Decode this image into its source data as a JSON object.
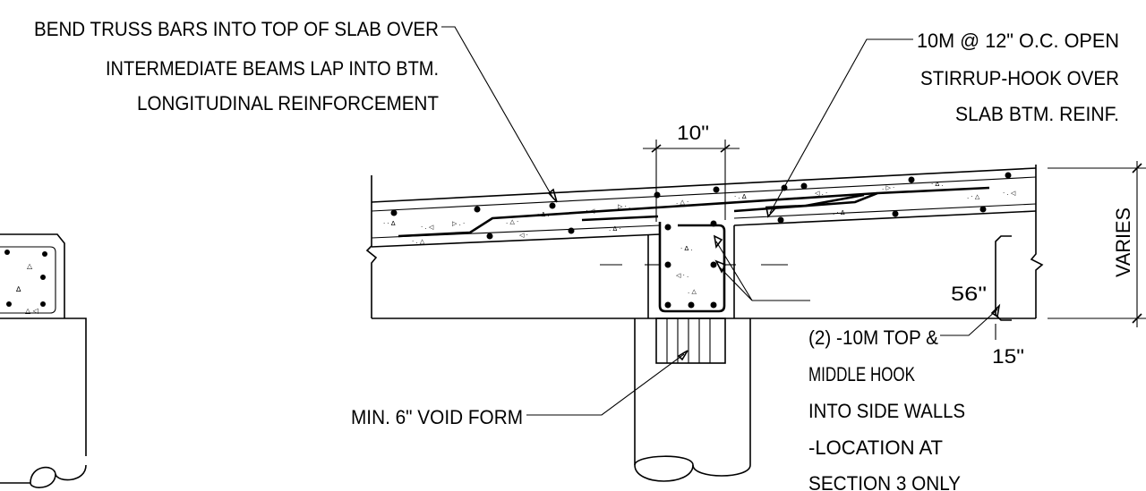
{
  "notes": {
    "truss_bars": [
      "BEND TRUSS BARS INTO TOP OF SLAB OVER",
      "INTERMEDIATE BEAMS LAP INTO BTM.",
      "LONGITUDINAL REINFORCEMENT"
    ],
    "stirrup": [
      "10M @ 12\" O.C. OPEN",
      "STIRRUP-HOOK OVER",
      "SLAB BTM. REINF."
    ],
    "hook_bars": [
      "(2) -10M TOP &",
      "MIDDLE HOOK",
      "INTO SIDE WALLS",
      "-LOCATION AT",
      "SECTION 3 ONLY"
    ],
    "void_form": "MIN. 6\" VOID FORM"
  },
  "dimensions": {
    "beam_width": "10\"",
    "wall_height": "56\"",
    "wall_thickness": "15\"",
    "slab_depth": "VARIES"
  }
}
